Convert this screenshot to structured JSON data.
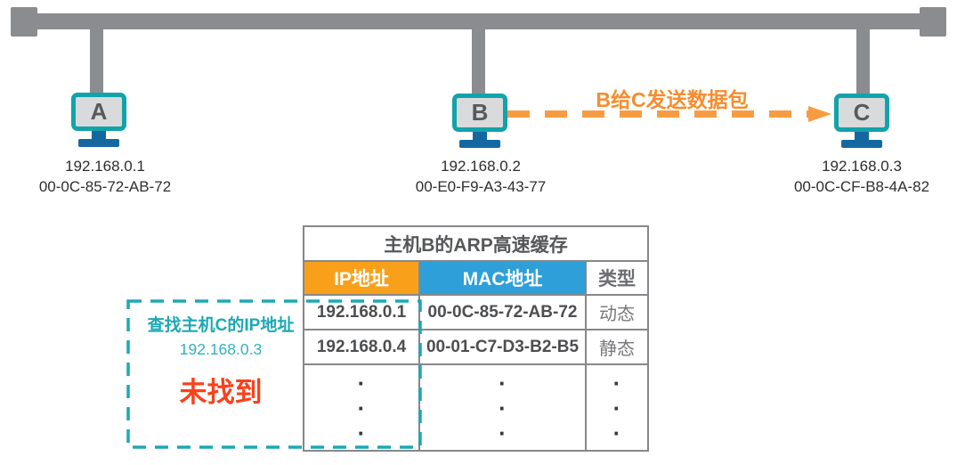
{
  "colors": {
    "bus_gray": "#8A8C8F",
    "monitor_teal": "#12A3AA",
    "monitor_screen": "#D9DADB",
    "stand_blue": "#15689F",
    "arrow_orange": "#F68D2E",
    "header_ip_orange": "#F9A01B",
    "header_mac_blue": "#2E9FD9",
    "annotation_teal": "#1CA9B4",
    "annotation_red": "#F8421C",
    "table_border_gray": "#85878A"
  },
  "network": {
    "hosts": [
      {
        "name": "A",
        "ip": "192.168.0.1",
        "mac": "00-0C-85-72-AB-72"
      },
      {
        "name": "B",
        "ip": "192.168.0.2",
        "mac": "00-E0-F9-A3-43-77"
      },
      {
        "name": "C",
        "ip": "192.168.0.3",
        "mac": "00-0C-CF-B8-4A-82"
      }
    ],
    "arrow_label": "B给C发送数据包"
  },
  "arp_table": {
    "title": "主机B的ARP高速缓存",
    "headers": {
      "ip": "IP地址",
      "mac": "MAC地址",
      "type": "类型"
    },
    "rows": [
      {
        "ip": "192.168.0.1",
        "mac": "00-0C-85-72-AB-72",
        "type": "动态"
      },
      {
        "ip": "192.168.0.4",
        "mac": "00-01-C7-D3-B2-B5",
        "type": "静态"
      }
    ],
    "dots": "·\n·\n·"
  },
  "annotation": {
    "title": "查找主机C的IP地址",
    "ip": "192.168.0.3",
    "result": "未找到"
  }
}
